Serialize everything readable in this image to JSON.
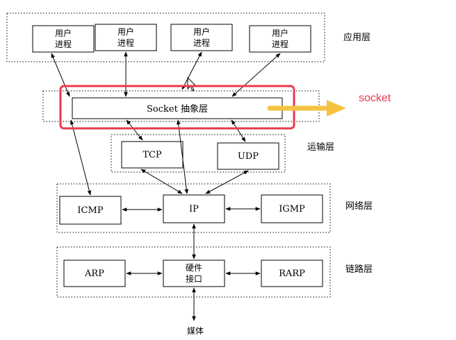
{
  "layers": {
    "application": "应用层",
    "transport": "运输层",
    "network": "网络层",
    "link": "链路层"
  },
  "process_boxes": [
    {
      "line1": "用户",
      "line2": "进程"
    },
    {
      "line1": "用户",
      "line2": "进程"
    },
    {
      "line1": "用户",
      "line2": "进程"
    },
    {
      "line1": "用户",
      "line2": "进程"
    }
  ],
  "socket_layer": "Socket 抽象层",
  "transport_boxes": {
    "tcp": "TCP",
    "udp": "UDP"
  },
  "network_boxes": {
    "icmp": "ICMP",
    "ip": "IP",
    "igmp": "IGMP"
  },
  "link_boxes": {
    "arp": "ARP",
    "hw_line1": "硬件",
    "hw_line2": "接口",
    "rarp": "RARP"
  },
  "media": "媒体",
  "annotation": {
    "text": "socket",
    "text_color": "#e8394a",
    "highlight_color": "#e8394a",
    "arrow_color": "#f5c242"
  }
}
